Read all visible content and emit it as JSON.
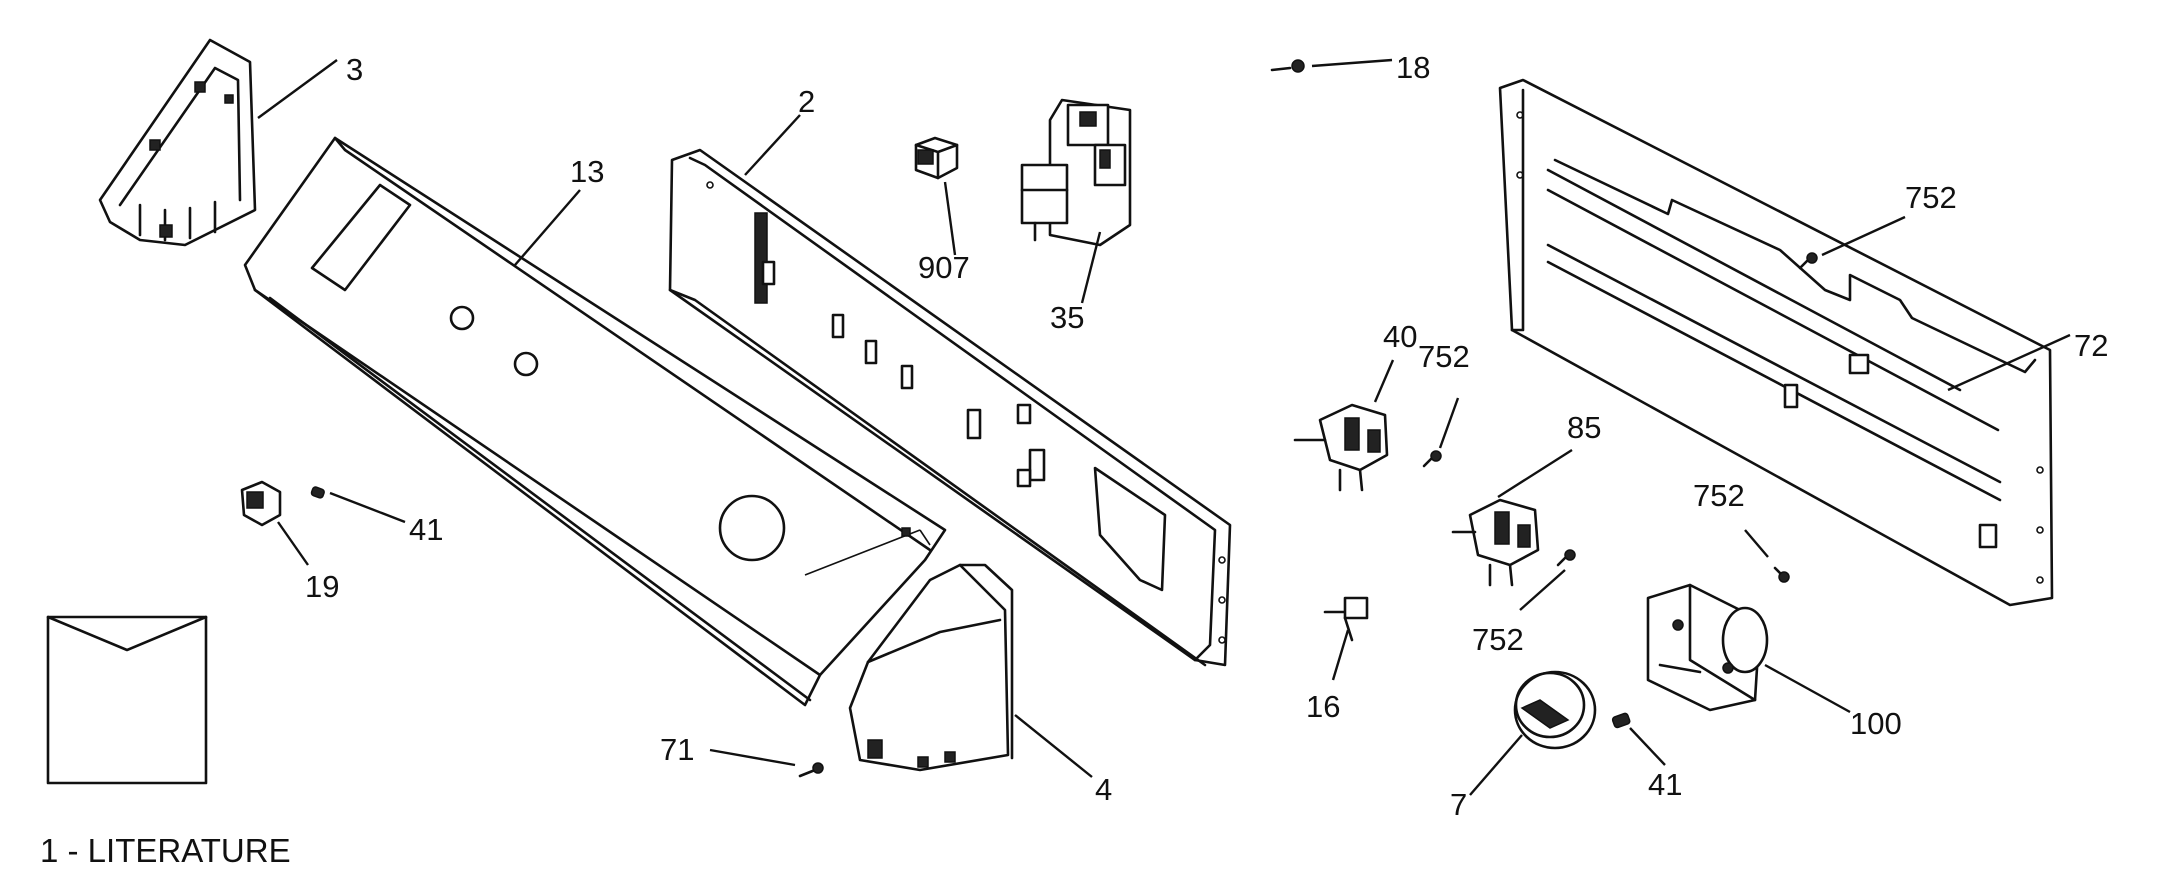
{
  "callouts": {
    "c3": "3",
    "c13": "13",
    "c2": "2",
    "c907": "907",
    "c35": "35",
    "c18": "18",
    "c752a": "752",
    "c72": "72",
    "c40": "40",
    "c752b": "752",
    "c85": "85",
    "c752c": "752",
    "c752d": "752",
    "c41a": "41",
    "c19": "19",
    "c16": "16",
    "c100": "100",
    "c41b": "41",
    "c7": "7",
    "c71": "71",
    "c4": "4"
  },
  "literature_label": "1 - LITERATURE"
}
